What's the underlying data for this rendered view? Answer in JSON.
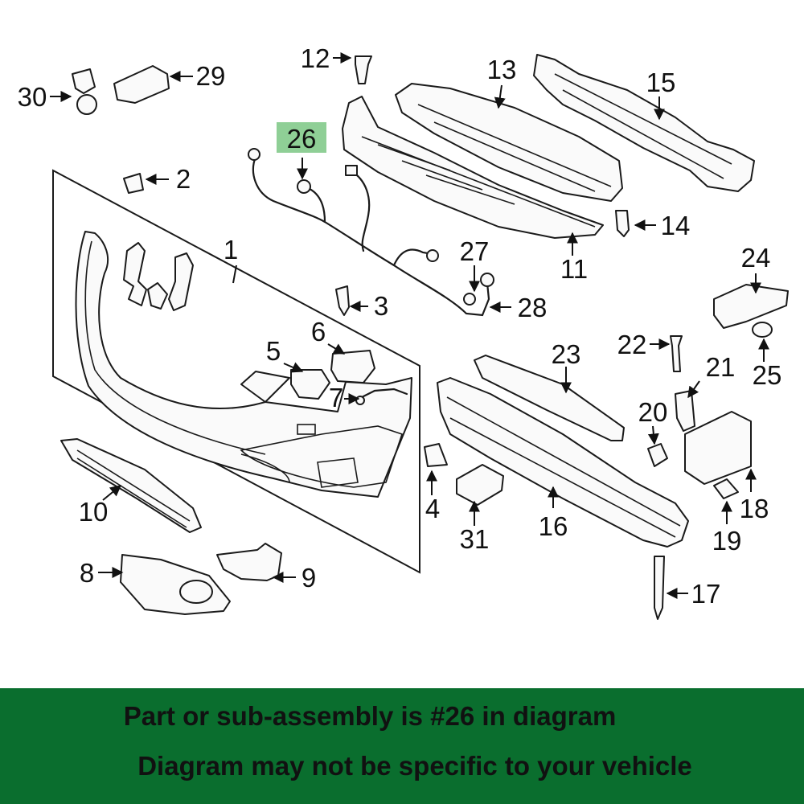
{
  "diagram": {
    "highlighted_part": "26",
    "highlight_color": "#8fcf96",
    "callouts": [
      {
        "id": "c1",
        "label": "1"
      },
      {
        "id": "c2",
        "label": "2"
      },
      {
        "id": "c3",
        "label": "3"
      },
      {
        "id": "c4",
        "label": "4"
      },
      {
        "id": "c5",
        "label": "5"
      },
      {
        "id": "c6",
        "label": "6"
      },
      {
        "id": "c7",
        "label": "7"
      },
      {
        "id": "c8",
        "label": "8"
      },
      {
        "id": "c9",
        "label": "9"
      },
      {
        "id": "c10",
        "label": "10"
      },
      {
        "id": "c11",
        "label": "11"
      },
      {
        "id": "c12",
        "label": "12"
      },
      {
        "id": "c13",
        "label": "13"
      },
      {
        "id": "c14",
        "label": "14"
      },
      {
        "id": "c15",
        "label": "15"
      },
      {
        "id": "c16",
        "label": "16"
      },
      {
        "id": "c17",
        "label": "17"
      },
      {
        "id": "c18",
        "label": "18"
      },
      {
        "id": "c19",
        "label": "19"
      },
      {
        "id": "c20",
        "label": "20"
      },
      {
        "id": "c21",
        "label": "21"
      },
      {
        "id": "c22",
        "label": "22"
      },
      {
        "id": "c23",
        "label": "23"
      },
      {
        "id": "c24",
        "label": "24"
      },
      {
        "id": "c25",
        "label": "25"
      },
      {
        "id": "c26",
        "label": "26"
      },
      {
        "id": "c27",
        "label": "27"
      },
      {
        "id": "c28",
        "label": "28"
      },
      {
        "id": "c29",
        "label": "29"
      },
      {
        "id": "c30",
        "label": "30"
      },
      {
        "id": "c31",
        "label": "31"
      }
    ]
  },
  "banner": {
    "color": "#0a6e2e",
    "line1": "Part or sub-assembly is #26 in diagram",
    "line2": "Diagram may not be specific to your vehicle"
  }
}
